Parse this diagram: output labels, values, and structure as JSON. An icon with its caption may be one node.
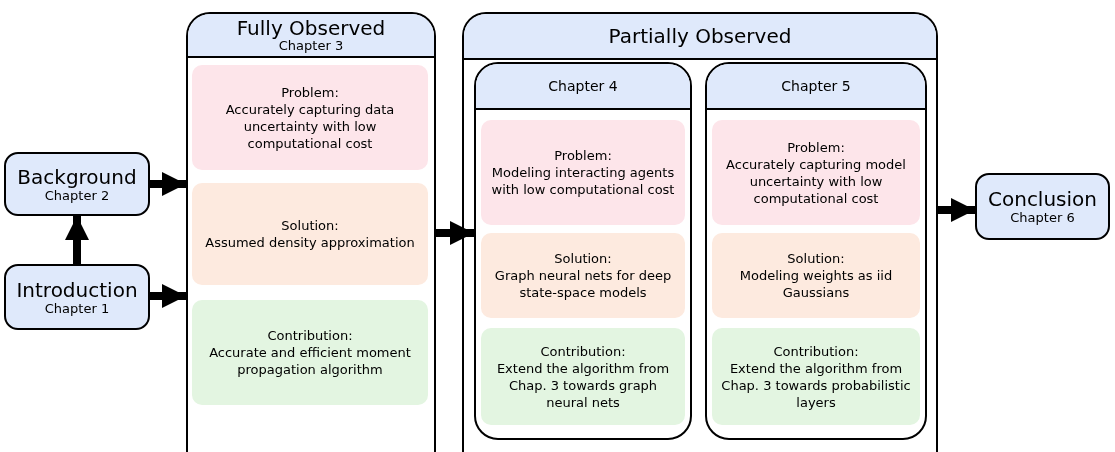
{
  "diagram": {
    "nodes": [
      {
        "text": [
          "Background",
          "Chapter 2"
        ]
      },
      {
        "text": [
          "Introduction",
          "Chapter 1"
        ]
      },
      {
        "text": [
          "Fully Observed",
          "Chapter 3"
        ]
      },
      {
        "text": [
          "Problem:",
          "Accurately capturing data uncertainty with low computational cost"
        ],
        "in": 2
      },
      {
        "text": [
          "Solution:",
          "Assumed density approximation"
        ],
        "in": 2
      },
      {
        "text": [
          "Contribution:",
          "Accurate and efficient moment propagation algorithm"
        ],
        "in": 2
      },
      {
        "text": [
          "Partially Observed"
        ]
      },
      {
        "text": [
          "Chapter 4"
        ],
        "in": 6
      },
      {
        "text": [
          "Problem:",
          "Modeling interacting agents with low computational cost"
        ],
        "in": 7
      },
      {
        "text": [
          "Solution:",
          "Graph neural nets for deep state-space models"
        ],
        "in": 7
      },
      {
        "text": [
          "Contribution:",
          "Extend the algorithm from Chap. 3 towards graph neural nets"
        ],
        "in": 7
      },
      {
        "text": [
          "Chapter 5"
        ],
        "in": 6
      },
      {
        "text": [
          "Problem:",
          "Accurately capturing model uncertainty with low computational cost"
        ],
        "in": 11
      },
      {
        "text": [
          "Solution:",
          "Modeling weights as iid Gaussians"
        ],
        "in": 11
      },
      {
        "text": [
          "Contribution:",
          "Extend the algorithm from Chap. 3 towards probabilistic layers"
        ],
        "in": 11
      },
      {
        "text": [
          "Conclusion",
          "Chapter 6"
        ]
      }
    ],
    "edges": [
      {
        "from": 1,
        "to": 0,
        "arrow": "to"
      },
      {
        "from": 0,
        "to": 2,
        "arrow": "to"
      },
      {
        "from": 1,
        "to": 2,
        "arrow": "to"
      },
      {
        "from": 2,
        "to": 7,
        "arrow": "to"
      },
      {
        "from": 6,
        "to": 15,
        "arrow": "to"
      }
    ]
  }
}
